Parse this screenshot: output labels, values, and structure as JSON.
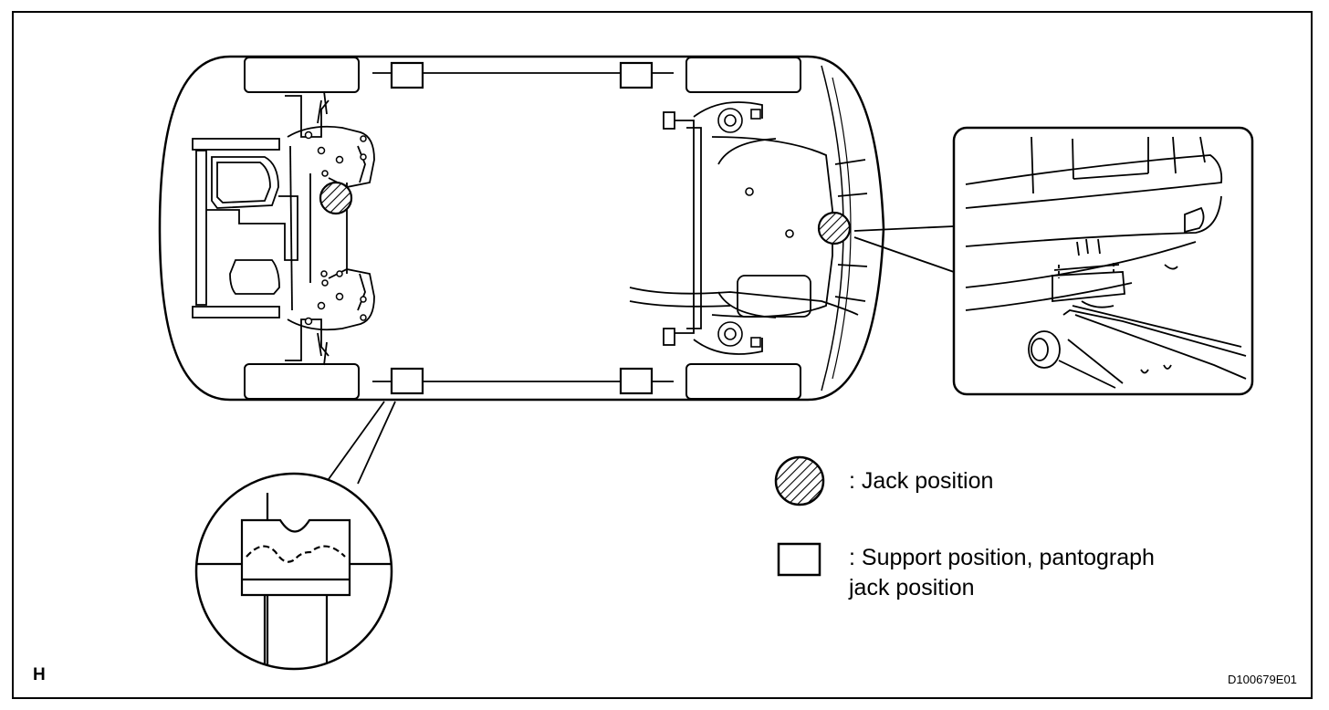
{
  "legend": {
    "jack_label": ": Jack position",
    "support_label_line1": ": Support position, pantograph",
    "support_label_line2": "jack position"
  },
  "view_letter": "H",
  "figure_id": "D100679E01",
  "colors": {
    "line": "#000000",
    "background": "#ffffff"
  },
  "icons": [
    "jack-position-hatched-circle-icon",
    "support-position-square-icon"
  ]
}
